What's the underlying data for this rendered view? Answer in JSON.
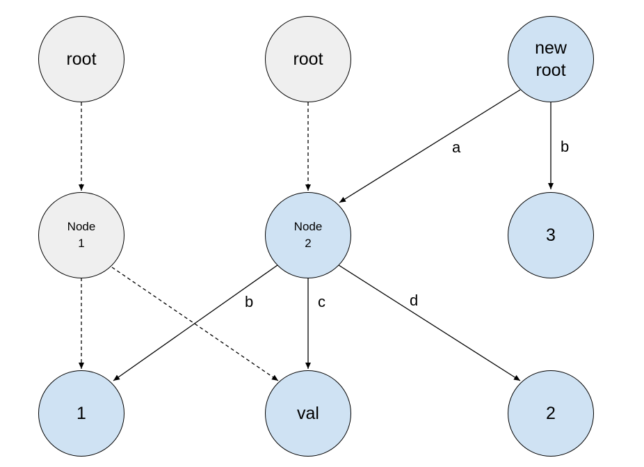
{
  "nodes": {
    "root_left": "root",
    "root_mid": "root",
    "new_root": "new\nroot",
    "node1": "Node\n1",
    "node2": "Node\n2",
    "three": "3",
    "one": "1",
    "val": "val",
    "two": "2"
  },
  "edge_labels": {
    "a": "a",
    "b_top": "b",
    "b_left": "b",
    "c": "c",
    "d": "d"
  },
  "colors": {
    "old_node_fill": "#efefef",
    "new_node_fill": "#cfe2f3",
    "stroke": "#000000"
  }
}
